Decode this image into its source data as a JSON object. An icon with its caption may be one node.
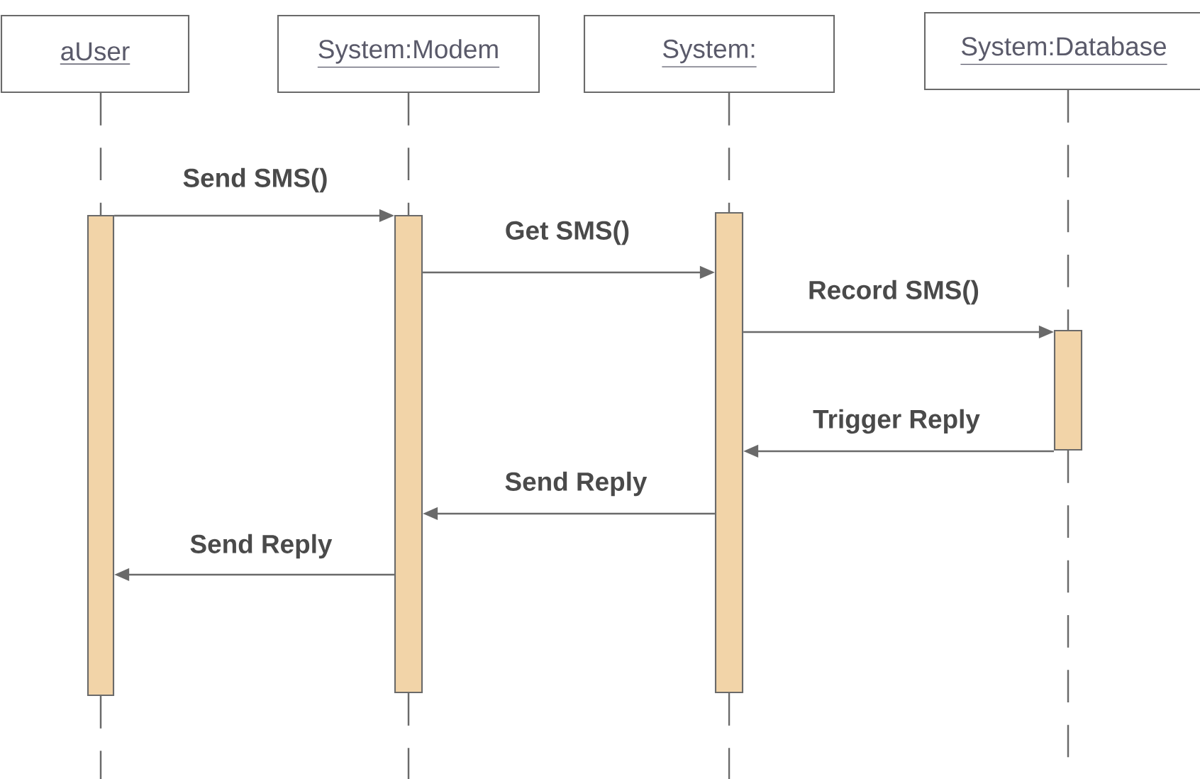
{
  "diagram": {
    "nodes": [
      {
        "text": [
          "aUser"
        ]
      },
      {
        "text": [
          "System:Modem"
        ]
      },
      {
        "text": [
          "System:"
        ]
      },
      {
        "text": [
          "System:Database"
        ]
      },
      {
        "text": [],
        "shape": "bar"
      },
      {
        "text": [],
        "shape": "bar"
      },
      {
        "text": [],
        "shape": "bar"
      },
      {
        "text": [],
        "shape": "bar"
      }
    ],
    "edges": [
      {
        "from": 0,
        "to": 4,
        "arrow": "none",
        "style": "dashed"
      },
      {
        "from": 1,
        "to": 5,
        "arrow": "none",
        "style": "dashed"
      },
      {
        "from": 2,
        "to": 6,
        "arrow": "none",
        "style": "dashed"
      },
      {
        "from": 3,
        "to": 7,
        "arrow": "none",
        "style": "dashed"
      },
      {
        "from": 4,
        "to": null,
        "arrow": "none",
        "style": "dashed"
      },
      {
        "from": 5,
        "to": null,
        "arrow": "none",
        "style": "dashed"
      },
      {
        "from": 6,
        "to": null,
        "arrow": "none",
        "style": "dashed"
      },
      {
        "from": 7,
        "to": null,
        "arrow": "none",
        "style": "dashed"
      },
      {
        "from": 4,
        "to": 5,
        "arrow": "to",
        "label": "Send SMS()"
      },
      {
        "from": 5,
        "to": 6,
        "arrow": "to",
        "label": "Get SMS()"
      },
      {
        "from": 6,
        "to": 7,
        "arrow": "to",
        "label": "Record SMS()"
      },
      {
        "from": 7,
        "to": 6,
        "arrow": "to",
        "label": "Trigger Reply"
      },
      {
        "from": 6,
        "to": 5,
        "arrow": "to",
        "label": "Send Reply"
      },
      {
        "from": 5,
        "to": 4,
        "arrow": "to",
        "label": "Send Reply"
      }
    ]
  }
}
